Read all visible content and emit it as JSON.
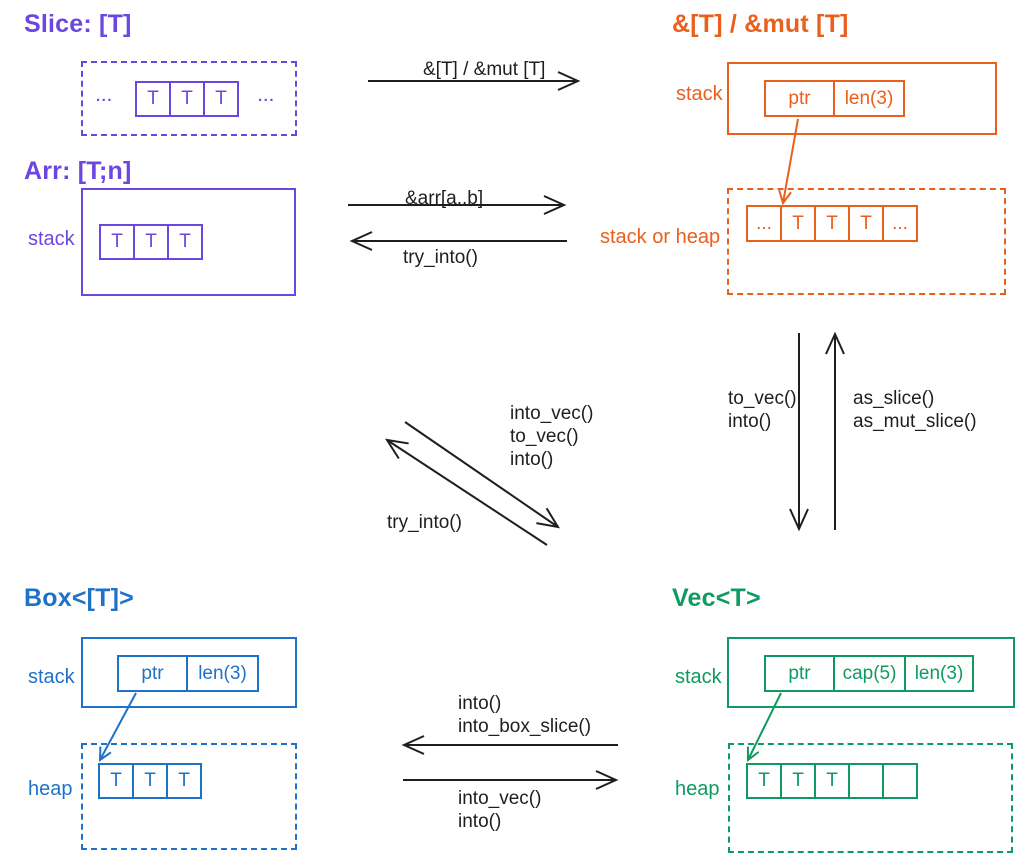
{
  "colors": {
    "purple": "#6b46e1",
    "orange": "#e9601c",
    "blue": "#1e72c8",
    "green": "#0f9a62",
    "arrow_black": "#1e1e1e",
    "background": "#ffffff"
  },
  "nodes": {
    "slice": {
      "title": "Slice: [T]",
      "ellipsis": "...",
      "cells": [
        "T",
        "T",
        "T"
      ]
    },
    "arr": {
      "title": "Arr: [T;n]",
      "stack_label": "stack",
      "cells": [
        "T",
        "T",
        "T"
      ]
    },
    "ref": {
      "title": "&[T] / &mut [T]",
      "stack_label": "stack",
      "stack_cells": [
        "ptr",
        "len(3)"
      ],
      "heap_label": "stack or heap",
      "heap_cells": [
        "...",
        "T",
        "T",
        "T",
        "..."
      ]
    },
    "box": {
      "title": "Box<[T]>",
      "stack_label": "stack",
      "stack_cells": [
        "ptr",
        "len(3)"
      ],
      "heap_label": "heap",
      "heap_cells": [
        "T",
        "T",
        "T"
      ]
    },
    "vec": {
      "title": "Vec<T>",
      "stack_label": "stack",
      "stack_cells": [
        "ptr",
        "cap(5)",
        "len(3)"
      ],
      "heap_label": "heap",
      "heap_cells": [
        "T",
        "T",
        "T",
        "",
        ""
      ]
    }
  },
  "arrows": {
    "slice_to_ref": {
      "label": "&[T] / &mut [T]"
    },
    "arr_to_ref": {
      "label": "&arr[a..b]"
    },
    "ref_to_arr": {
      "label": "try_into()"
    },
    "arr_to_vec": {
      "labels": [
        "into_vec()",
        "to_vec()",
        "into()"
      ]
    },
    "vec_to_arr": {
      "label": "try_into()"
    },
    "ref_to_vec": {
      "labels": [
        "to_vec()",
        "into()"
      ]
    },
    "vec_to_ref": {
      "labels": [
        "as_slice()",
        "as_mut_slice()"
      ]
    },
    "vec_to_box": {
      "labels": [
        "into()",
        "into_box_slice()"
      ]
    },
    "box_to_vec": {
      "labels": [
        "into_vec()",
        "into()"
      ]
    }
  }
}
